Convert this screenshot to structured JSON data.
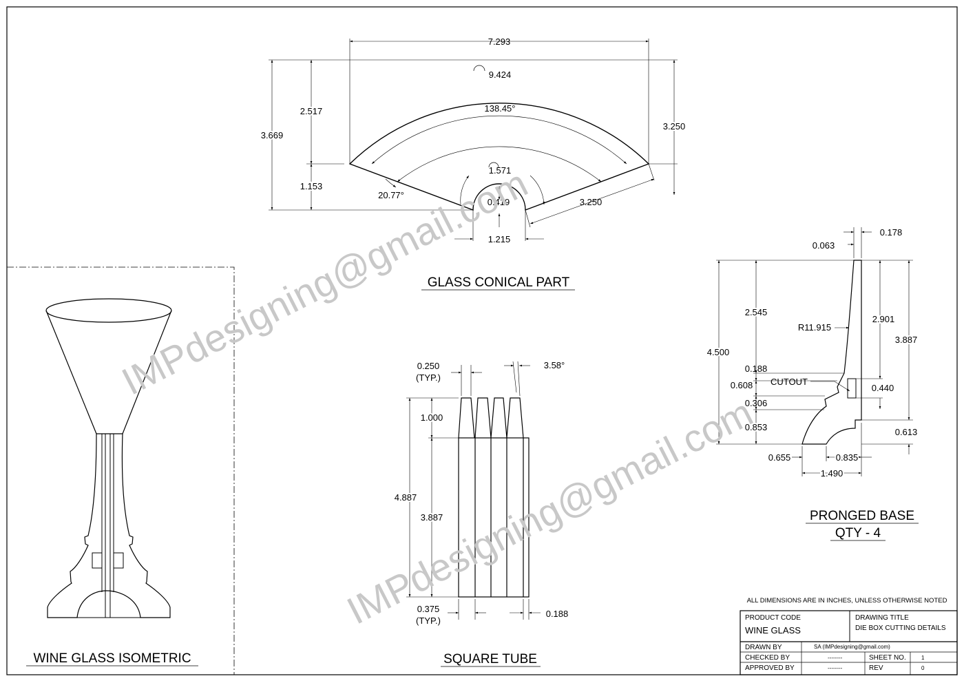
{
  "views": {
    "conical": {
      "title": "GLASS CONICAL PART",
      "dims": {
        "chord": "7.293",
        "arc_length": "9.424",
        "angle": "138.45°",
        "inner_arc": "1.571",
        "inner_radius": "0.419",
        "width": "1.215",
        "slant_right": "3.250",
        "height_right": "3.250",
        "height_total": "3.669",
        "upper": "2.517",
        "lower": "1.153",
        "tilt": "20.77°"
      }
    },
    "isometric": {
      "title": "WINE GLASS ISOMETRIC"
    },
    "tube": {
      "title": "SQUARE TUBE",
      "dims": {
        "tip_width": "0.250",
        "tip_typ": "(TYP.)",
        "taper": "3.58°",
        "tip_len": "1.000",
        "total": "4.887",
        "body": "3.887",
        "strip": "0.375",
        "strip_typ": "(TYP.)",
        "flap": "0.188"
      }
    },
    "base": {
      "title": "PRONGED BASE",
      "qty": "QTY -  4",
      "dims": {
        "top_width": "0.178",
        "top_offset": "0.063",
        "total_height": "4.500",
        "upper": "2.545",
        "radius": "R11.915",
        "right_upper": "2.901",
        "right_total": "3.887",
        "step": "0.188",
        "cutout_label": "CUTOUT",
        "cutout": "0.608",
        "slot": "0.440",
        "mid": "0.306",
        "foot": "0.853",
        "foot_right": "0.613",
        "left_width": "0.655",
        "right_width": "0.835",
        "total_width": "1.490"
      }
    }
  },
  "watermark": "IMPdesigning@gmail.com",
  "note": "ALL DIMENSIONS ARE IN INCHES, UNLESS OTHERWISE NOTED",
  "title_block": {
    "product_code_label": "PRODUCT CODE",
    "product_code": "WINE GLASS",
    "drawing_title_label": "DRAWING TITLE",
    "drawing_title": "DIE BOX CUTTING DETAILS",
    "drawn_by_label": "DRAWN BY",
    "drawn_by": "SA (IMPdesigning@gmail.com)",
    "checked_by_label": "CHECKED BY",
    "checked_by": "--------",
    "approved_by_label": "APPROVED BY",
    "approved_by": "--------",
    "sheet_label": "SHEET NO.",
    "sheet": "1",
    "rev_label": "REV",
    "rev": "0"
  }
}
